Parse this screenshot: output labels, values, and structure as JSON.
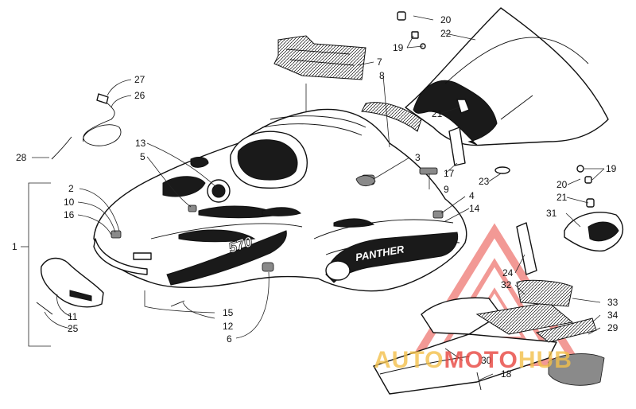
{
  "diagram": {
    "watermark": {
      "text_a": "AUTO",
      "text_b": "MOTO",
      "text_c": "HUB",
      "color_a": "#f3c04a",
      "color_b": "#e8463f"
    },
    "accent_color": "#e8463f",
    "hood_decal": "PANTHER",
    "hood_model": "570",
    "callouts": [
      "1",
      "2",
      "3",
      "4",
      "5",
      "6",
      "7",
      "8",
      "9",
      "10",
      "11",
      "12",
      "13",
      "14",
      "15",
      "16",
      "17",
      "18",
      "19",
      "19",
      "20",
      "20",
      "21",
      "21",
      "22",
      "23",
      "24",
      "25",
      "26",
      "27",
      "28",
      "29",
      "30",
      "31",
      "32",
      "33",
      "34"
    ]
  }
}
